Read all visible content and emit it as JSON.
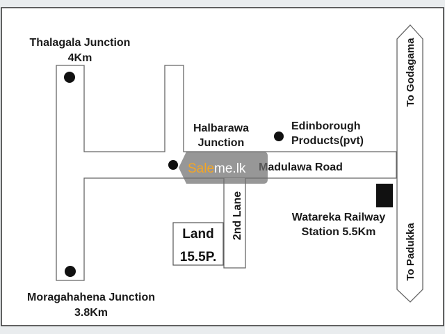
{
  "labels": {
    "thalagala_junction": "Thalagala Junction",
    "thalagala_distance": "4Km",
    "halbarawa_line1": "Halbarawa",
    "halbarawa_line2": "Junction",
    "edinborough_line1": "Edinborough",
    "edinborough_line2": "Products(pvt)",
    "madulawa_road": "Madulawa Road",
    "second_lane": "2nd Lane",
    "land_line1": "Land",
    "land_line2": "15.5P.",
    "watareka_line1": "Watareka Railway",
    "watareka_line2": "Station 5.5Km",
    "moragahahena_junction": "Moragahahena Junction",
    "moragahahena_distance": "3.8Km",
    "to_godagama": "To Godagama",
    "to_padukka": "To Padukka"
  },
  "watermark": {
    "brand_part1": "Sale",
    "brand_part2": "me.lk",
    "color_part1": "#f5a623",
    "color_part2": "#ffffff"
  },
  "colors": {
    "road_fill": "#ffffff",
    "road_stroke": "#666666",
    "marker": "#111111",
    "frame": "#2f2f2f"
  }
}
